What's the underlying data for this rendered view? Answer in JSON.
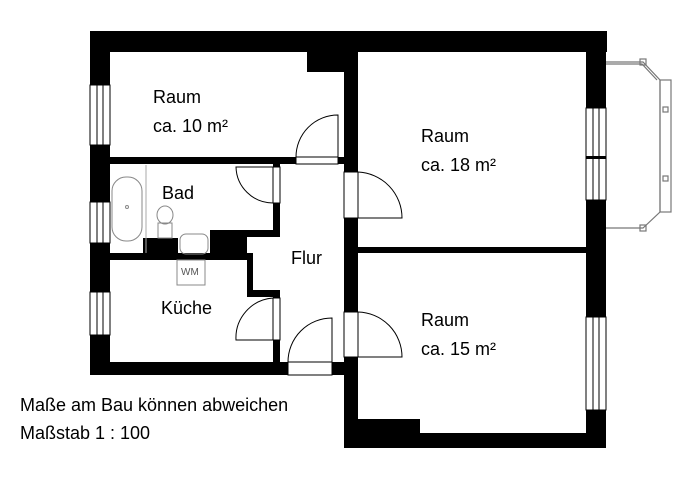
{
  "rooms": {
    "raum_small": {
      "name": "Raum",
      "area": "ca. 10 m²"
    },
    "raum_large": {
      "name": "Raum",
      "area": "ca. 18 m²"
    },
    "raum_medium": {
      "name": "Raum",
      "area": "ca. 15 m²"
    },
    "bad": {
      "name": "Bad"
    },
    "flur": {
      "name": "Flur"
    },
    "kueche": {
      "name": "Küche"
    },
    "washing_machine": "WM"
  },
  "notes": {
    "disclaimer": "Maße am Bau können abweichen",
    "scale": "Maßstab 1 : 100"
  }
}
